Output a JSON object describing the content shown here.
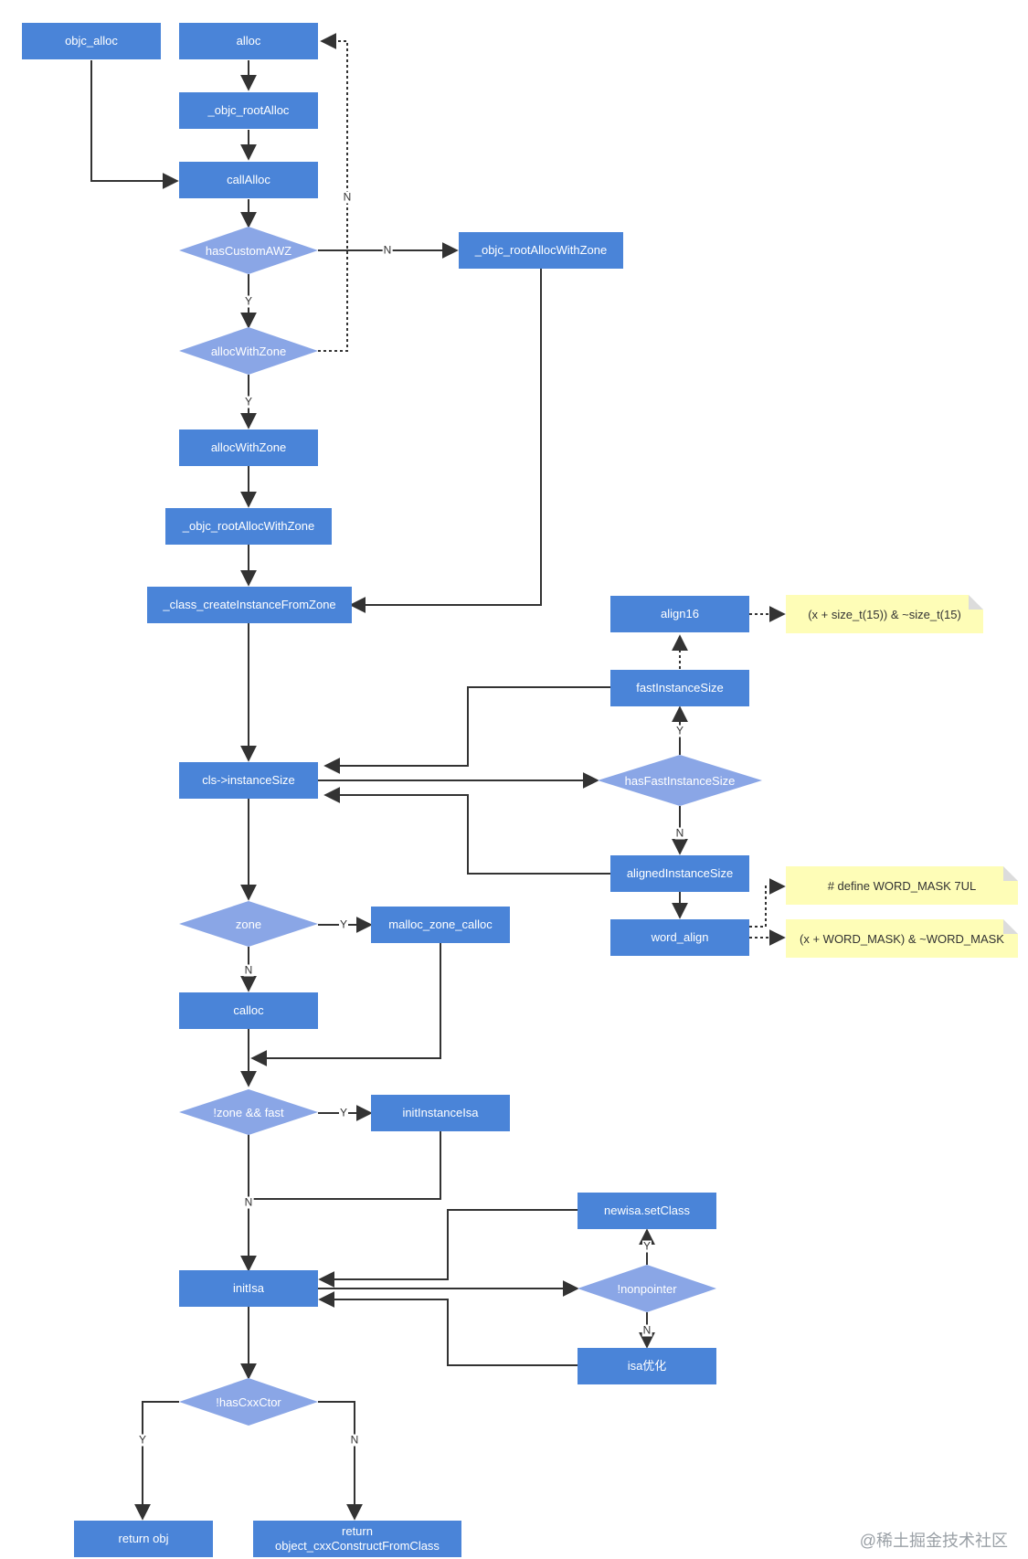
{
  "nodes": {
    "objc_alloc": "objc_alloc",
    "alloc": "alloc",
    "objc_rootAlloc": "_objc_rootAlloc",
    "callAlloc": "callAlloc",
    "hasCustomAWZ": "hasCustomAWZ",
    "objc_rootAllocWithZone_right": "_objc_rootAllocWithZone",
    "allocWithZone_decision": "allocWithZone",
    "allocWithZone": "allocWithZone",
    "objc_rootAllocWithZone": "_objc_rootAllocWithZone",
    "class_createInstanceFromZone": "_class_createInstanceFromZone",
    "align16": "align16",
    "fastInstanceSize": "fastInstanceSize",
    "instanceSize": "cls->instanceSize",
    "hasFastInstanceSize": "hasFastInstanceSize",
    "alignedInstanceSize": "alignedInstanceSize",
    "word_align": "word_align",
    "zone": "zone",
    "malloc_zone_calloc": "malloc_zone_calloc",
    "calloc": "calloc",
    "zone_fast": "!zone && fast",
    "initInstanceIsa": "initInstanceIsa",
    "newisa_setClass": "newisa.setClass",
    "initIsa": "initIsa",
    "nonpointer": "!nonpointer",
    "isa_opt": "isa优化",
    "hasCxxCtor": "!hasCxxCtor",
    "return_obj": "return obj",
    "return_cxx_line1": "return",
    "return_cxx_line2": "object_cxxConstructFromClass"
  },
  "notes": {
    "align16_formula": "(x + size_t(15)) & ~size_t(15)",
    "word_mask_define": "# define WORD_MASK 7UL",
    "word_align_formula": "(x + WORD_MASK) & ~WORD_MASK"
  },
  "edge_labels": {
    "yes": "Y",
    "no": "N"
  },
  "watermark": "@稀土掘金技术社区",
  "colors": {
    "process_box": "#4a84d8",
    "decision": "#8aa6e6",
    "note": "#fefdb7",
    "line": "#333333"
  }
}
